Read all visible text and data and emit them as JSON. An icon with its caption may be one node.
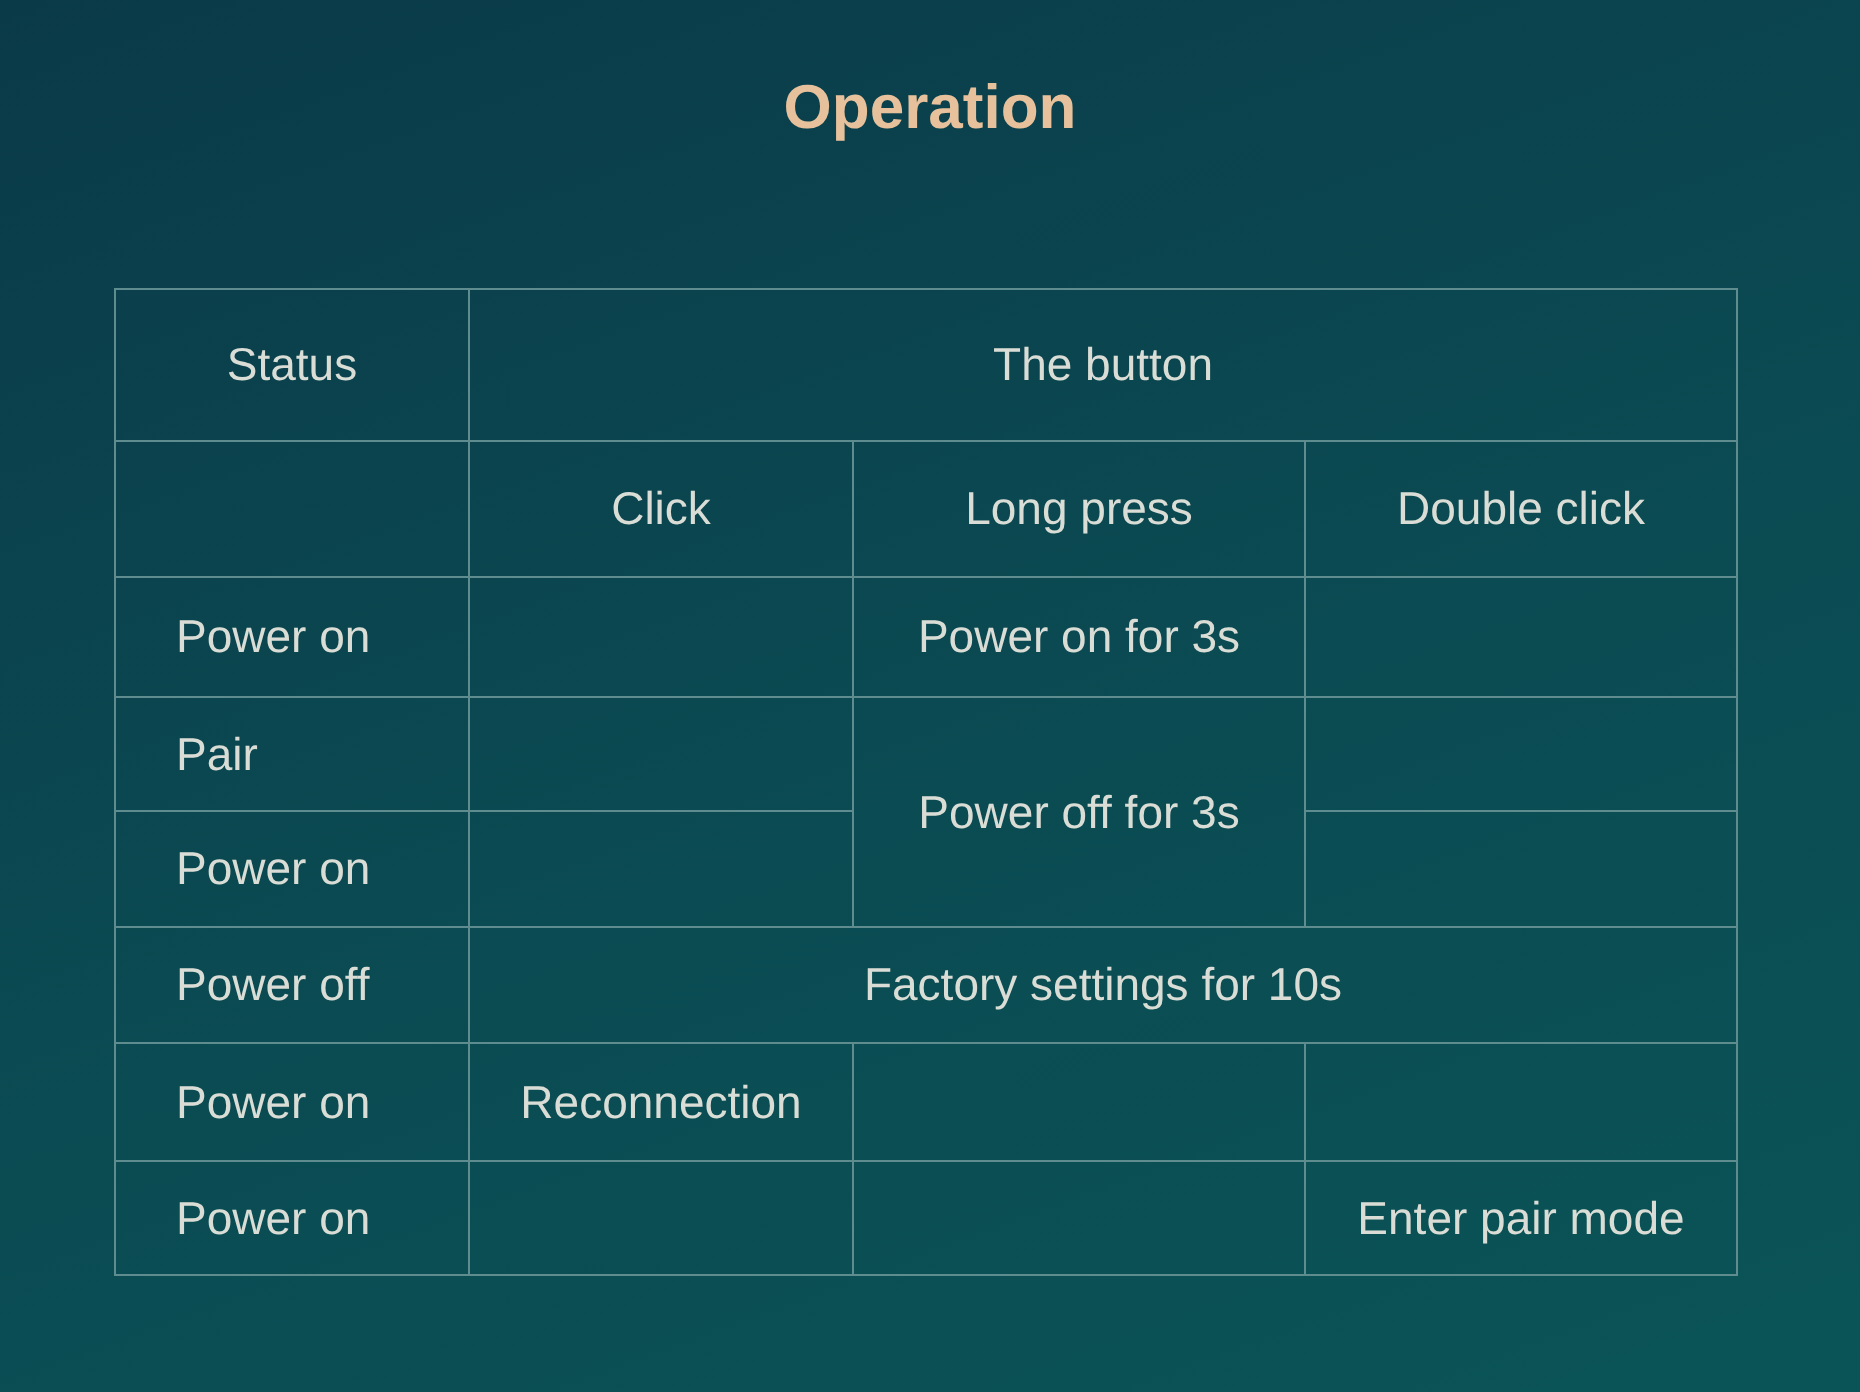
{
  "diagram": {
    "title": "Operation",
    "labels": [
      "Status",
      "The button",
      "Click",
      "Long press",
      "Double click",
      "Power on",
      "Power on for 3s",
      "Pair",
      "Power off for 3s",
      "Power on",
      "Power off",
      "Factory settings for 10s",
      "Power on",
      "Reconnection",
      "Power on",
      "Enter pair mode"
    ]
  }
}
